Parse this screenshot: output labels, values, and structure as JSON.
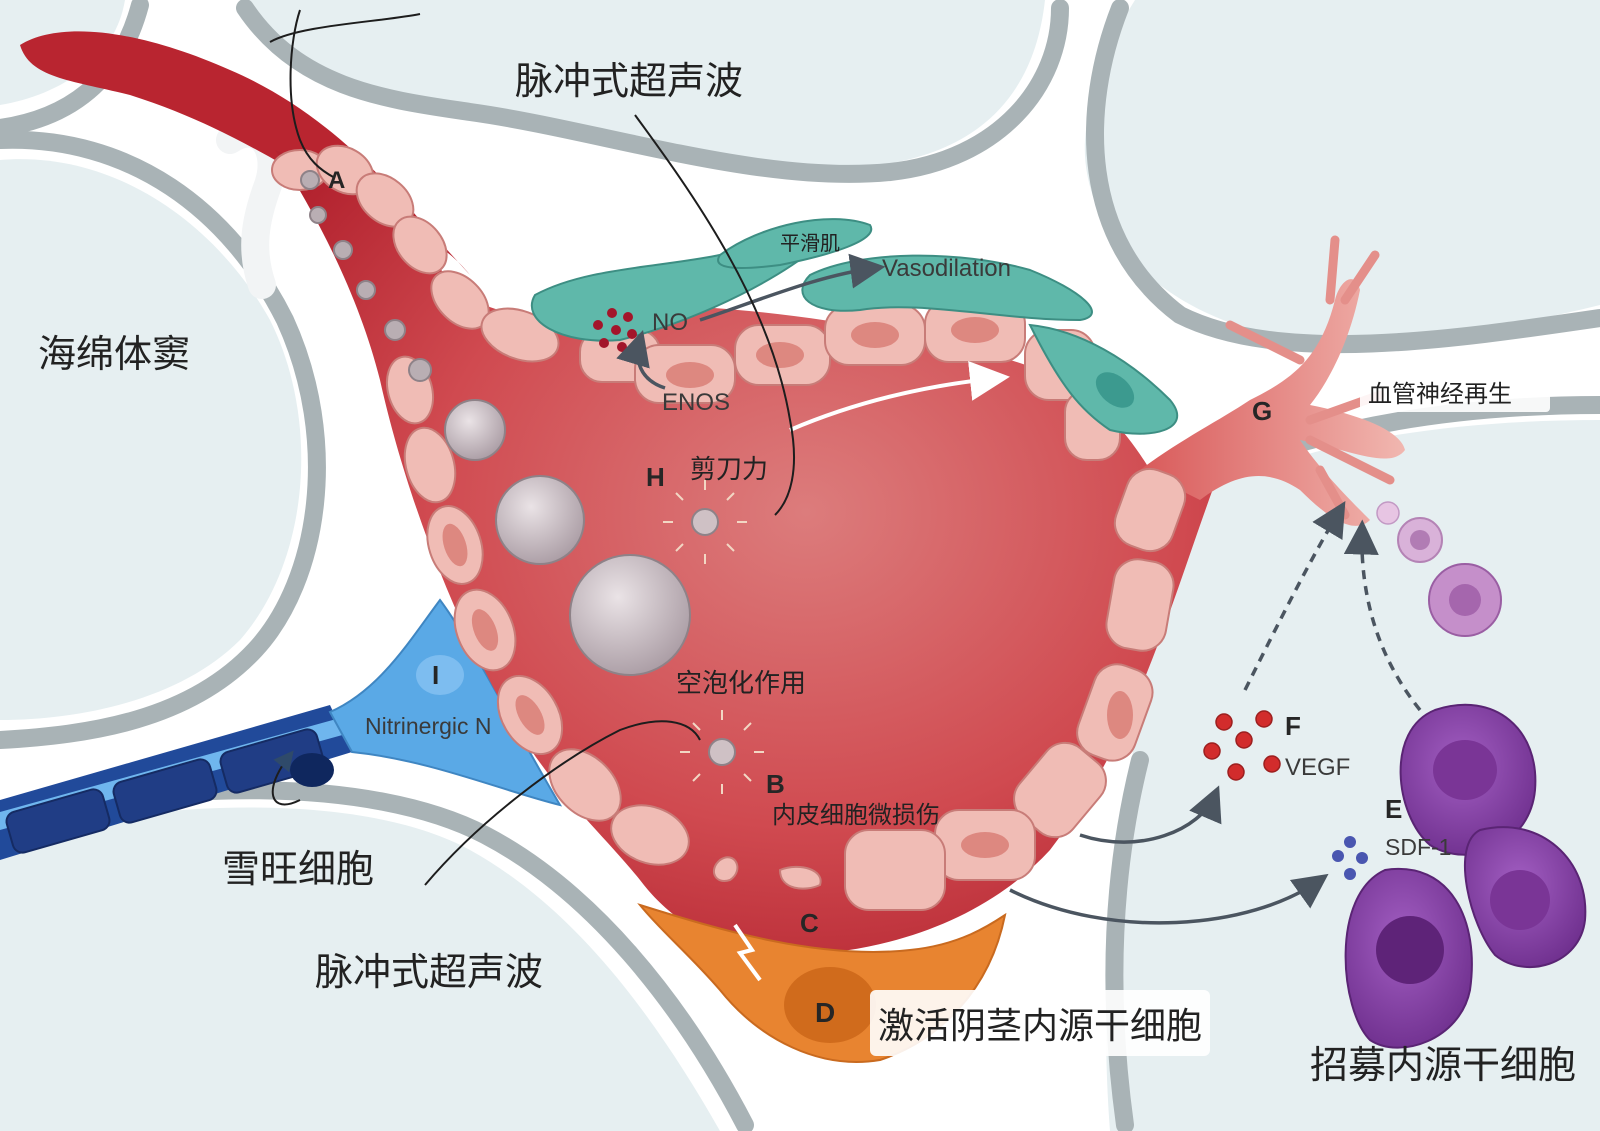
{
  "labels": {
    "ultrasound_top": "脉冲式超声波",
    "ultrasound_bottom": "脉冲式超声波",
    "sinusoid": "海绵体窦",
    "smooth_muscle": "平滑肌",
    "vasodilation": "Vasodilation",
    "no": "NO",
    "enos": "ENOS",
    "shear_force": "剪刀力",
    "revascularization": "血管神经再生",
    "cavitation": "空泡化作用",
    "nitrinergic": "Nitrinergic N",
    "mast_cell": "雪旺细胞",
    "endothelial_injury": "内皮细胞微损伤",
    "vegf": "VEGF",
    "sdf1": "SDF-1",
    "activate_stem": "激活阴茎内源干细胞",
    "recruit_stem": "招募内源干细胞"
  },
  "letters": {
    "a": "A",
    "b": "B",
    "c": "C",
    "d": "D",
    "e": "E",
    "f": "F",
    "g": "G",
    "h": "H",
    "i": "I"
  },
  "colors": {
    "vessel": "#c8323e",
    "endothelium": "#f0bcb5",
    "smooth_muscle": "#5fb8aa",
    "nerve": "#5aa9e6",
    "schwann": "#1f3f8c",
    "stem_activated": "#e88430",
    "stem_recruited": "#7b3d99",
    "vegf": "#d22c2c",
    "sdf1": "#4a56b0"
  }
}
